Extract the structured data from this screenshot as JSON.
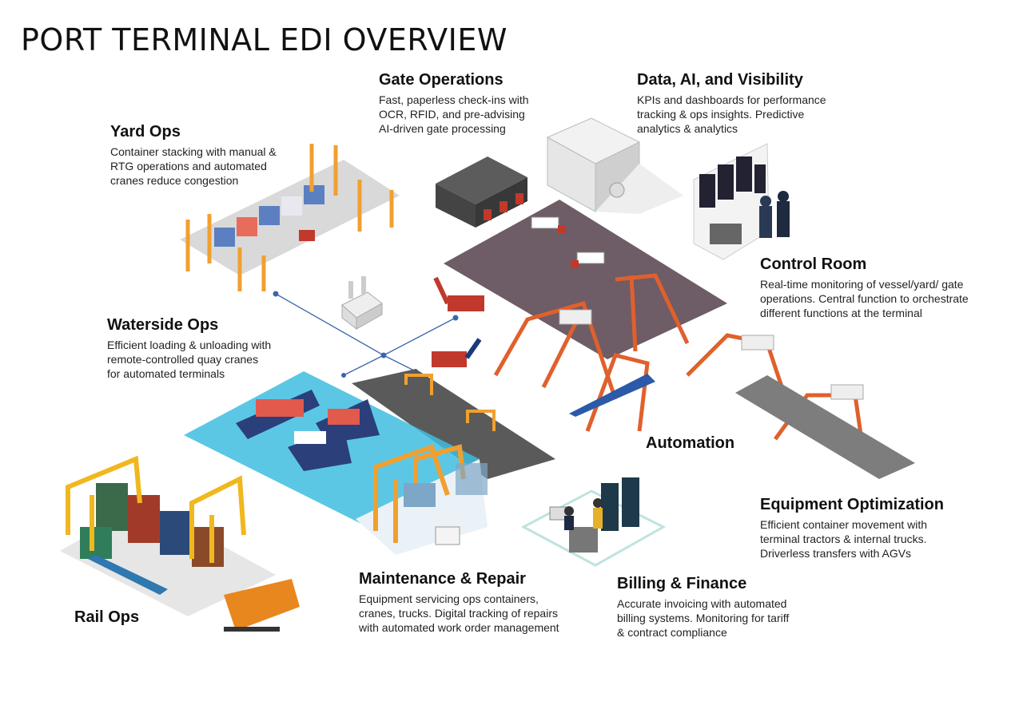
{
  "title": "PORT TERMINAL EDI OVERVIEW",
  "sections": {
    "gate": {
      "heading": "Gate Operations",
      "lines": [
        "Fast, paperless check-ins with",
        "OCR, RFID, and pre-advising",
        "AI-driven gate processing"
      ]
    },
    "data": {
      "heading": "Data, AI, and Visibility",
      "lines": [
        "KPIs and dashboards for performance",
        "tracking & ops insights. Predictive",
        "analytics & analytics"
      ]
    },
    "yard": {
      "heading": "Yard Ops",
      "lines": [
        "Container stacking with manual &",
        "RTG operations and automated",
        "cranes reduce congestion"
      ]
    },
    "control": {
      "heading": "Control Room",
      "lines": [
        "Real-time monitoring of vessel/yard/ gate",
        "operations. Central function to orchestrate",
        "different functions at the terminal"
      ]
    },
    "waterside": {
      "heading": "Waterside Ops",
      "lines": [
        "Efficient loading & unloading with",
        "remote-controlled quay cranes",
        "for automated terminals"
      ]
    },
    "automation": {
      "heading": "Automation"
    },
    "equipment": {
      "heading": "Equipment Optimization",
      "lines": [
        "Efficient container movement with",
        "terminal tractors & internal trucks.",
        "Driverless transfers with AGVs"
      ]
    },
    "maintenance": {
      "heading": "Maintenance & Repair",
      "lines": [
        "Equipment servicing ops containers,",
        "cranes, trucks. Digital tracking of repairs",
        "with automated work order management"
      ]
    },
    "billing": {
      "heading": "Billing & Finance",
      "lines": [
        "Accurate invoicing with automated",
        "billing systems. Monitoring for tariff",
        "& contract compliance"
      ]
    },
    "rail": {
      "heading": "Rail Ops"
    }
  },
  "colors": {
    "crane": "#f0a030",
    "crane_red": "#e0602c",
    "pavement": "#6e5c66",
    "water": "#3fbde0",
    "road": "#5a5a5a"
  }
}
